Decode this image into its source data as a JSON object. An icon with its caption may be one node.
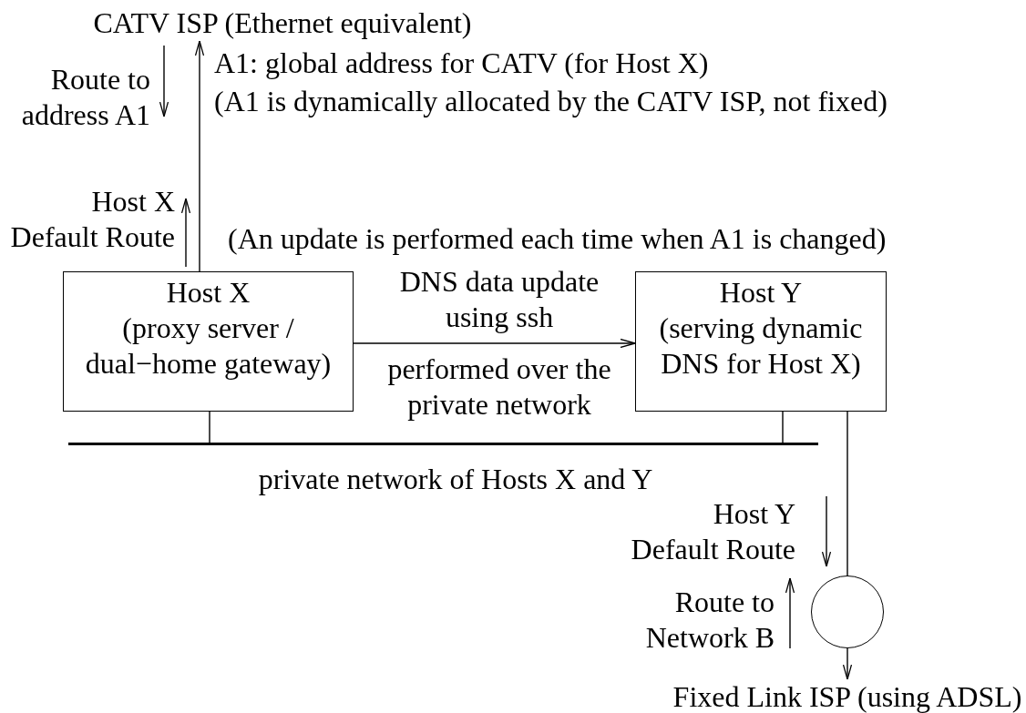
{
  "diagram": {
    "nodes": [
      {
        "text": [
          "CATV ISP (Ethernet equivalent)"
        ]
      },
      {
        "text": [
          "Host X",
          "(proxy server / dual−home gateway)"
        ]
      },
      {
        "text": [
          "Host Y",
          "(serving dynamic DNS for Host X)"
        ]
      },
      {
        "text": [],
        "shape": "bar",
        "beside": [
          "private network of Hosts X and Y"
        ]
      },
      {
        "text": [],
        "shape": "circle"
      },
      {
        "text": [
          "Fixed Link ISP (using ADSL)"
        ]
      }
    ],
    "edges": [
      {
        "from": 1,
        "to": 0,
        "arrow": "to"
      },
      {
        "from": 1,
        "to": 2,
        "arrow": "to",
        "label": "DNS data update using ssh"
      },
      {
        "from": 1,
        "to": 3,
        "arrow": "none"
      },
      {
        "from": 2,
        "to": 3,
        "arrow": "none"
      },
      {
        "from": 2,
        "to": 4,
        "arrow": "none"
      },
      {
        "from": 4,
        "to": 5,
        "arrow": "to"
      }
    ],
    "labels": [
      "Route to address A1",
      "A1: global address for CATV (for Host X)",
      "(A1 is dynamically allocated by the CATV ISP, not fixed)",
      "Host X Default Route",
      "(An update is performed each time when A1 is changed)",
      "performed over the private network",
      "Host Y Default Route",
      "Route to Network B"
    ]
  }
}
